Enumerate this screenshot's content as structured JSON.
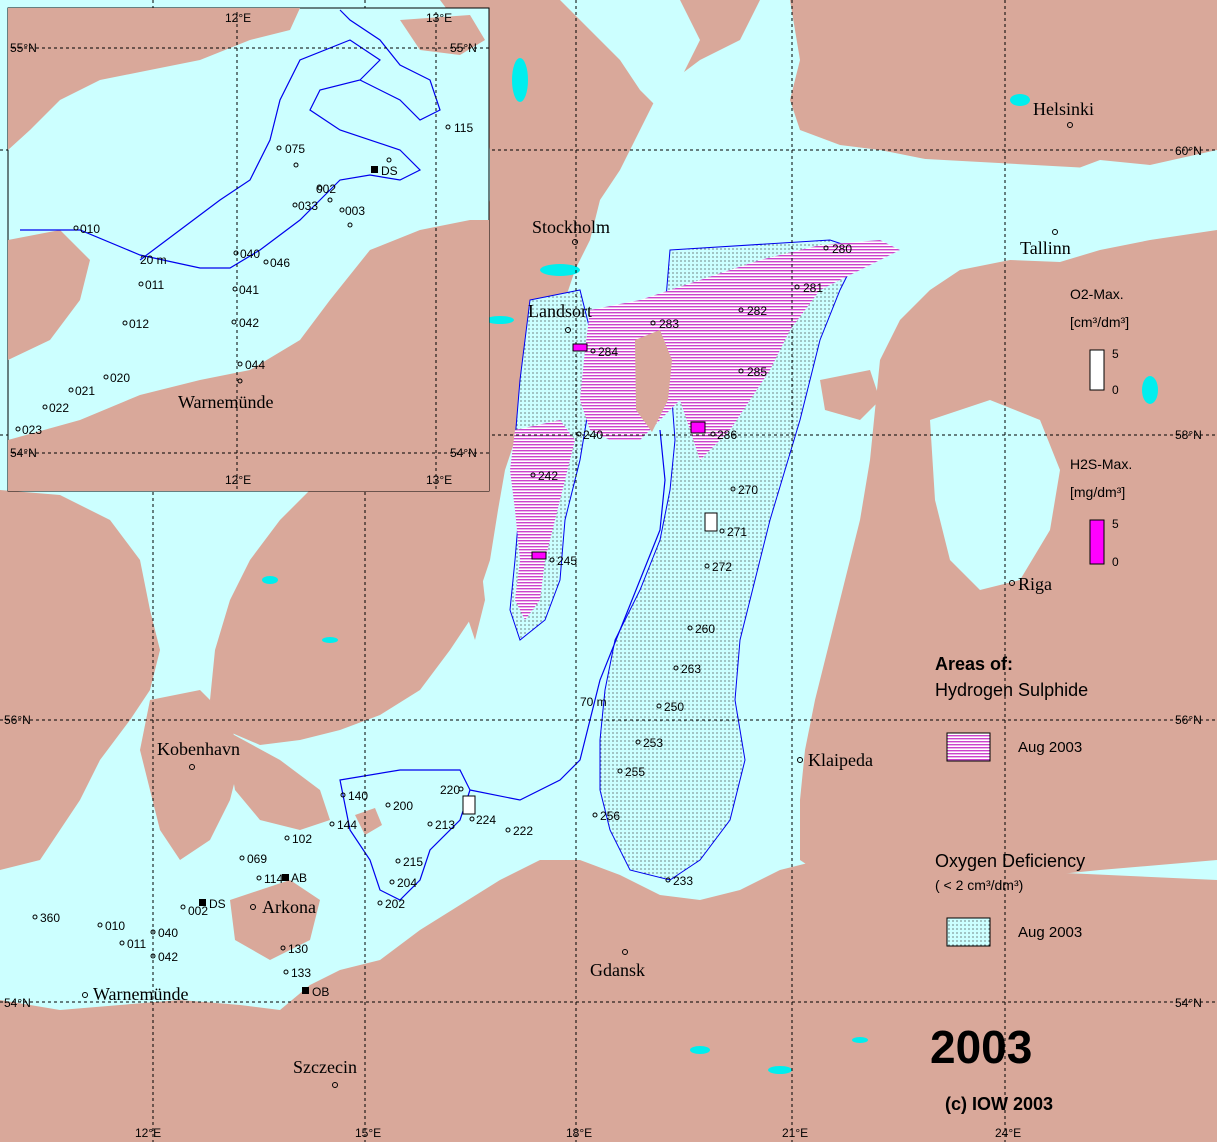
{
  "colors": {
    "land": "#d9a89a",
    "sea": "#ccffff",
    "lake": "#00eeee",
    "isobath": "#0000ee",
    "h2s_fill": "#ff00ff",
    "o2_fill": "#ffffff"
  },
  "grid": {
    "lon_labels": [
      "12°E",
      "15°E",
      "18°E",
      "21°E",
      "24°E"
    ],
    "lat_labels": [
      "54°N",
      "56°N",
      "58°N",
      "60°N"
    ],
    "inset_lon_labels": [
      "12°E",
      "13°E"
    ],
    "inset_lat_labels": [
      "55°N",
      "54°N"
    ]
  },
  "cities": [
    {
      "id": "helsinki",
      "label": "Helsinki"
    },
    {
      "id": "stockholm",
      "label": "Stockholm"
    },
    {
      "id": "tallinn",
      "label": "Tallinn"
    },
    {
      "id": "landsort",
      "label": "Landsort"
    },
    {
      "id": "riga",
      "label": "Riga"
    },
    {
      "id": "kobenhavn",
      "label": "Kobenhavn"
    },
    {
      "id": "klaipeda",
      "label": "Klaipeda"
    },
    {
      "id": "arkona",
      "label": "Arkona"
    },
    {
      "id": "gdansk",
      "label": "Gdansk"
    },
    {
      "id": "warnemunde",
      "label": "Warnemünde"
    },
    {
      "id": "szczecin",
      "label": "Szczecin"
    },
    {
      "id": "inset-warnemunde",
      "label": "Warnemünde"
    }
  ],
  "stations": [
    "280",
    "281",
    "282",
    "283",
    "284",
    "285",
    "286",
    "240",
    "242",
    "245",
    "270",
    "271",
    "272",
    "260",
    "263",
    "250",
    "253",
    "255",
    "256",
    "233",
    "220",
    "224",
    "222",
    "213",
    "200",
    "215",
    "204",
    "202",
    "140",
    "144",
    "102",
    "069",
    "114",
    "AB",
    "DS",
    "002",
    "010",
    "011",
    "040",
    "042",
    "360",
    "130",
    "133",
    "OB",
    "075",
    "002",
    "033",
    "003",
    "115",
    "DS",
    "010",
    "040",
    "046",
    "011",
    "041",
    "012",
    "042",
    "044",
    "020",
    "021",
    "022",
    "023"
  ],
  "depth_labels": [
    "70 m",
    "20 m"
  ],
  "legend": {
    "o2_title": "O2-Max.",
    "o2_unit": "[cm³/dm³]",
    "o2_scale_top": "5",
    "o2_scale_bottom": "0",
    "h2s_title": "H2S-Max.",
    "h2s_unit": "[mg/dm³]",
    "h2s_scale_top": "5",
    "h2s_scale_bottom": "0",
    "areas_of": "Areas of:",
    "hydrogen_sulphide": "Hydrogen Sulphide",
    "h2s_period": "Aug 2003",
    "oxygen_deficiency": "Oxygen Deficiency",
    "od_condition": "( < 2 cm³/dm³)",
    "od_period": "Aug 2003"
  },
  "year": "2003",
  "copyright": "(c) IOW 2003"
}
